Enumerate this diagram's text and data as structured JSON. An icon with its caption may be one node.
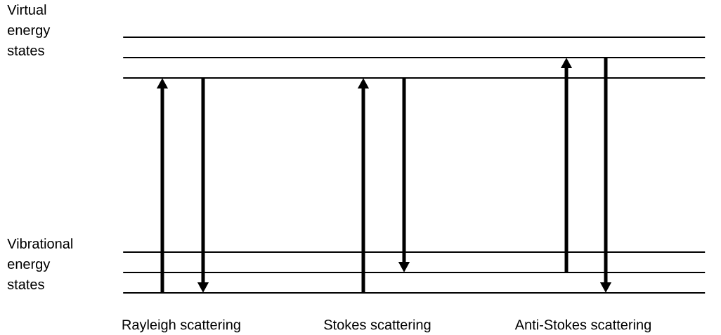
{
  "diagram": {
    "nodes": [
      {
        "text": [],
        "shape": "bar"
      },
      {
        "text": [],
        "shape": "bar"
      },
      {
        "text": [],
        "shape": "bar"
      },
      {
        "text": [],
        "shape": "bar"
      },
      {
        "text": [],
        "shape": "bar"
      },
      {
        "text": [],
        "shape": "bar"
      }
    ],
    "edges": [
      {
        "from": 5,
        "to": 2,
        "arrow": "to"
      },
      {
        "from": 2,
        "to": 5,
        "arrow": "to"
      },
      {
        "from": 5,
        "to": 2,
        "arrow": "to"
      },
      {
        "from": 2,
        "to": 4,
        "arrow": "to"
      },
      {
        "from": 4,
        "to": 1,
        "arrow": "to"
      },
      {
        "from": 1,
        "to": 5,
        "arrow": "to"
      }
    ],
    "labels": [
      "Virtual energy states",
      "Vibrational energy states",
      "Rayleigh scattering",
      "Stokes scattering",
      "Anti-Stokes scattering"
    ]
  }
}
